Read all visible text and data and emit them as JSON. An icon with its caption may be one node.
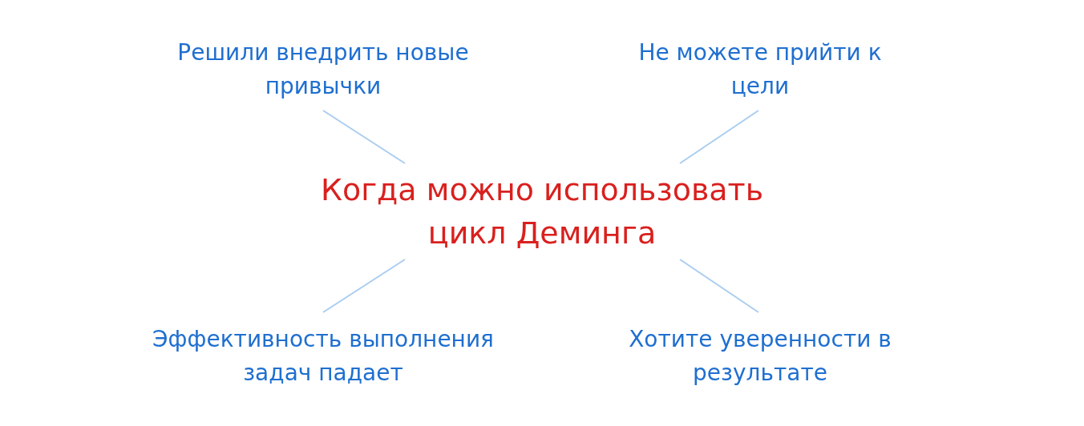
{
  "diagram": {
    "nodes": [
      {
        "text": [
          "Когда можно использовать цикл Деминга"
        ]
      },
      {
        "text": [
          "Решили внедрить новые привычки"
        ]
      },
      {
        "text": [
          "Не можете прийти к цели"
        ]
      },
      {
        "text": [
          "Эффективность выполнения задач падает"
        ]
      },
      {
        "text": [
          "Хотите уверенности в результате"
        ]
      }
    ],
    "edges": [
      {
        "from": 0,
        "to": 1,
        "arrow": "none"
      },
      {
        "from": 0,
        "to": 2,
        "arrow": "none"
      },
      {
        "from": 0,
        "to": 3,
        "arrow": "none"
      },
      {
        "from": 0,
        "to": 4,
        "arrow": "none"
      }
    ]
  }
}
